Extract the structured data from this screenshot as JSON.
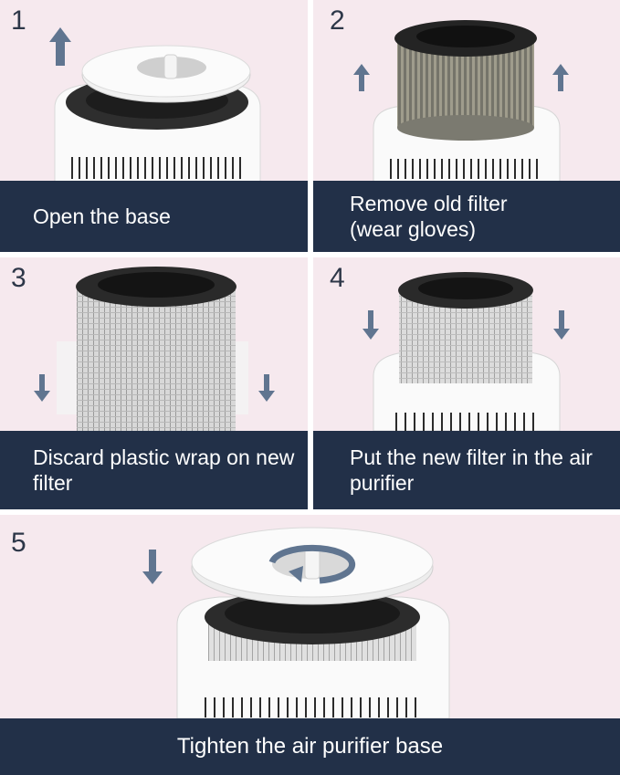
{
  "steps": [
    {
      "number": "1",
      "caption": "Open the base",
      "arrow": "arrow-up-icon"
    },
    {
      "number": "2",
      "caption": "Remove old filter (wear gloves)",
      "arrow": "arrow-up-icon"
    },
    {
      "number": "3",
      "caption": "Discard plastic wrap on new filter",
      "arrow": "arrow-down-icon"
    },
    {
      "number": "4",
      "caption": "Put the new filter in the air purifier",
      "arrow": "arrow-down-icon"
    },
    {
      "number": "5",
      "caption": "Tighten the air purifier base",
      "arrow": "arrow-down-icon"
    }
  ],
  "colors": {
    "panel_background": "#f6e9ee",
    "caption_background": "#223048",
    "arrow": "#607590"
  }
}
